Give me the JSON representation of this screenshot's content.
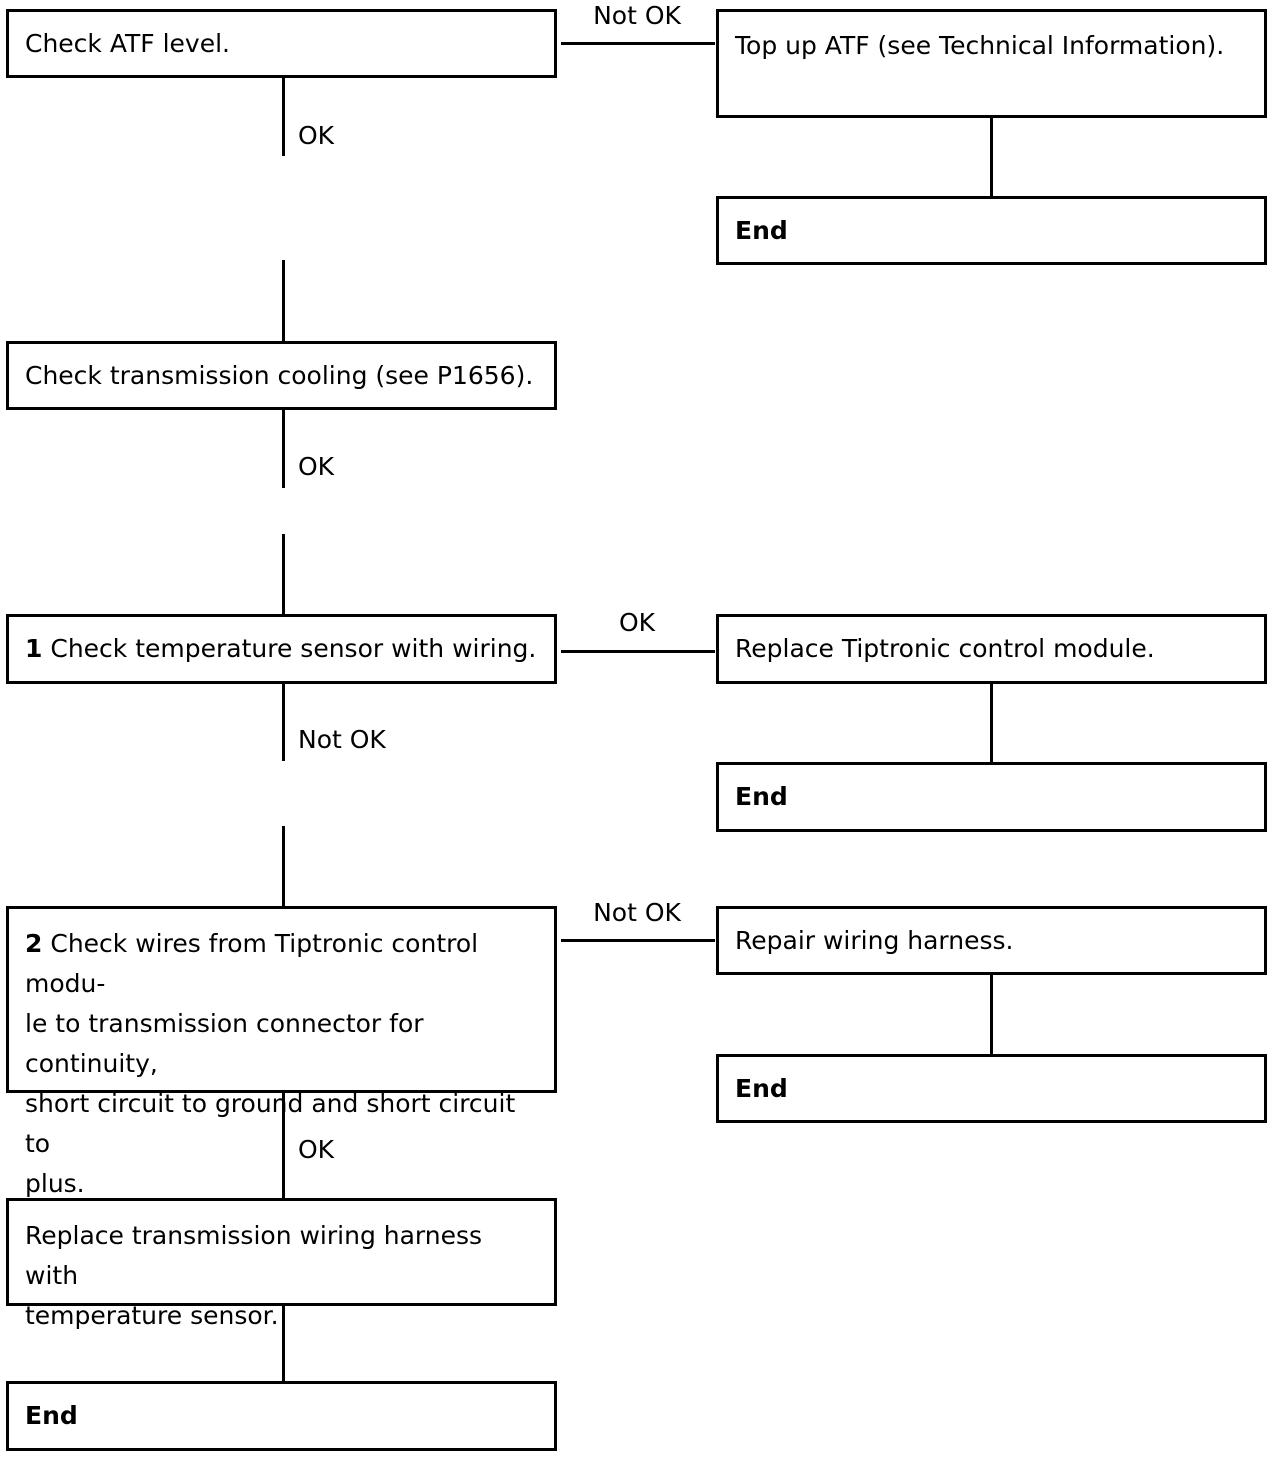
{
  "flowchart": {
    "step_check_atf": "Check ATF level.",
    "step_top_up_atf": "Top up ATF (see Technical Information).",
    "step_check_cooling": "Check transmission cooling (see P1656).",
    "step1_number": "1",
    "step1_text": "Check temperature sensor with wiring.",
    "step_replace_module": "Replace Tiptronic control module.",
    "step2_number": "2",
    "step2_line1": "Check wires from Tiptronic control modu-",
    "step2_line2": "le to transmission connector for continuity,",
    "step2_line3": "short circuit to ground and short circuit to",
    "step2_line4": "plus.",
    "step_repair_harness": "Repair wiring harness.",
    "step_replace_harness_line1": "Replace transmission wiring harness with",
    "step_replace_harness_line2": "temperature sensor.",
    "end_label": "End",
    "label_ok": "OK",
    "label_not_ok": "Not OK"
  }
}
